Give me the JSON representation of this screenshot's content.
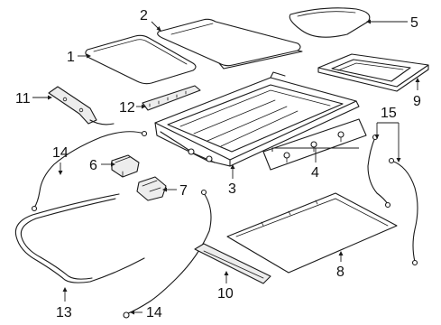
{
  "callouts": [
    {
      "id": "1",
      "text": "1"
    },
    {
      "id": "2",
      "text": "2"
    },
    {
      "id": "3",
      "text": "3"
    },
    {
      "id": "4",
      "text": "4"
    },
    {
      "id": "5",
      "text": "5"
    },
    {
      "id": "6",
      "text": "6"
    },
    {
      "id": "7",
      "text": "7"
    },
    {
      "id": "8",
      "text": "8"
    },
    {
      "id": "9",
      "text": "9"
    },
    {
      "id": "10",
      "text": "10"
    },
    {
      "id": "11",
      "text": "11"
    },
    {
      "id": "12",
      "text": "12"
    },
    {
      "id": "13",
      "text": "13"
    },
    {
      "id": "14a",
      "text": "14"
    },
    {
      "id": "14b",
      "text": "14"
    },
    {
      "id": "15",
      "text": "15"
    }
  ]
}
